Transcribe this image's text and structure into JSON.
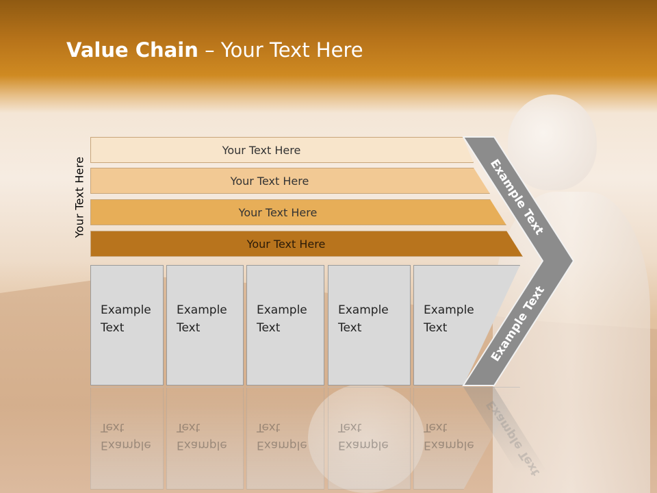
{
  "title": {
    "bold": "Value Chain",
    "rest": " – Your Text Here"
  },
  "vertical_label": "Your Text Here",
  "bars": [
    {
      "label": "Your Text Here",
      "color": "#f8e5cb"
    },
    {
      "label": "Your Text Here",
      "color": "#f2c994"
    },
    {
      "label": "Your Text Here",
      "color": "#e7ae58"
    },
    {
      "label": "Your Text Here",
      "color": "#b8741d"
    }
  ],
  "boxes": [
    {
      "label": "Example\nText"
    },
    {
      "label": "Example\nText"
    },
    {
      "label": "Example\nText"
    },
    {
      "label": "Example\nText"
    },
    {
      "label": "Example\nText"
    }
  ],
  "chevron": {
    "upper_label": "Example Text",
    "lower_label": "Example Text",
    "color": "#8c8c8c"
  },
  "colors": {
    "header": "#b8741a",
    "box_fill": "#d9d9d9"
  }
}
